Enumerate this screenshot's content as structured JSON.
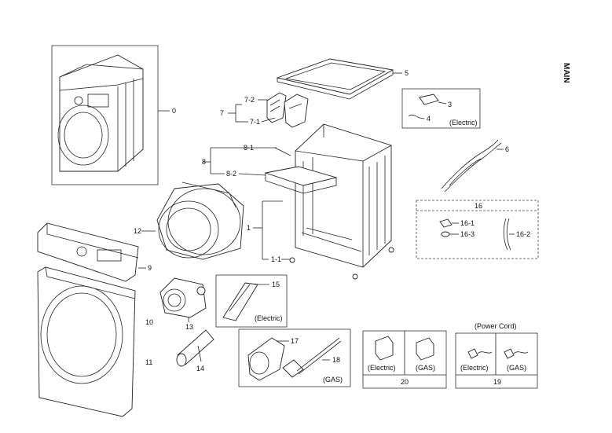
{
  "side_label": "MAIN",
  "callouts": {
    "c0": "0",
    "c1": "1",
    "c1_1": "1-1",
    "c3": "3",
    "c4": "4",
    "c5": "5",
    "c6": "6",
    "c7": "7",
    "c7_1": "7-1",
    "c7_2": "7-2",
    "c8": "8",
    "c8_1": "8-1",
    "c8_2": "8-2",
    "c9": "9",
    "c10": "10",
    "c11": "11",
    "c12": "12",
    "c13": "13",
    "c14": "14",
    "c15": "15",
    "c16": "16",
    "c16_1": "16-1",
    "c16_2": "16-2",
    "c16_3": "16-3",
    "c17": "17",
    "c18": "18",
    "c19": "19",
    "c20": "20"
  },
  "notes": {
    "electric": "(Electric)",
    "gas": "(GAS)",
    "power_cord": "(Power Cord)"
  }
}
